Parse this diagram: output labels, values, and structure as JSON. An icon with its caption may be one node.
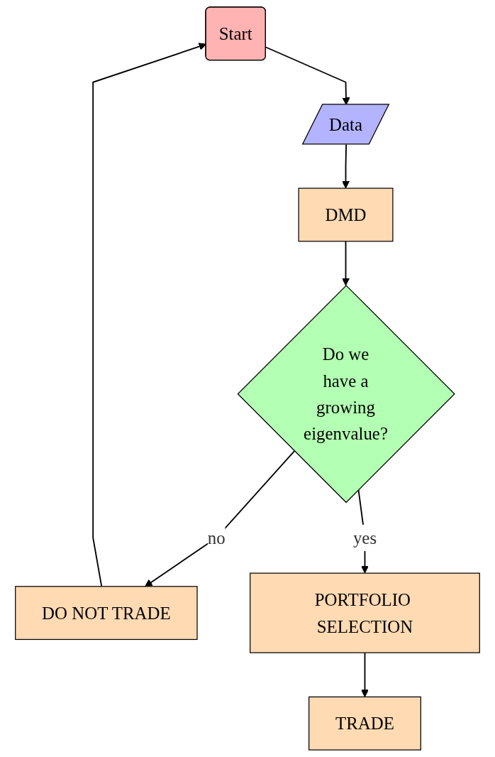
{
  "diagram": {
    "nodes": [
      {
        "text": [
          "Start"
        ]
      },
      {
        "text": [
          "Data"
        ]
      },
      {
        "text": [
          "DMD"
        ]
      },
      {
        "text": [
          "Do we have a growing eigenvalue?"
        ]
      },
      {
        "text": [
          "DO NOT TRADE"
        ]
      },
      {
        "text": [
          "PORTFOLIO SELECTION"
        ]
      },
      {
        "text": [
          "TRADE"
        ]
      }
    ],
    "edges": [
      {
        "from": 0,
        "to": 1,
        "arrow": "to"
      },
      {
        "from": 1,
        "to": 2,
        "arrow": "to"
      },
      {
        "from": 2,
        "to": 3,
        "arrow": "to"
      },
      {
        "from": 3,
        "to": 4,
        "label": "no",
        "arrow": "to"
      },
      {
        "from": 3,
        "to": 5,
        "label": "yes",
        "arrow": "to"
      },
      {
        "from": 5,
        "to": 6,
        "arrow": "to"
      },
      {
        "from": 4,
        "to": 0,
        "arrow": "to"
      }
    ]
  }
}
